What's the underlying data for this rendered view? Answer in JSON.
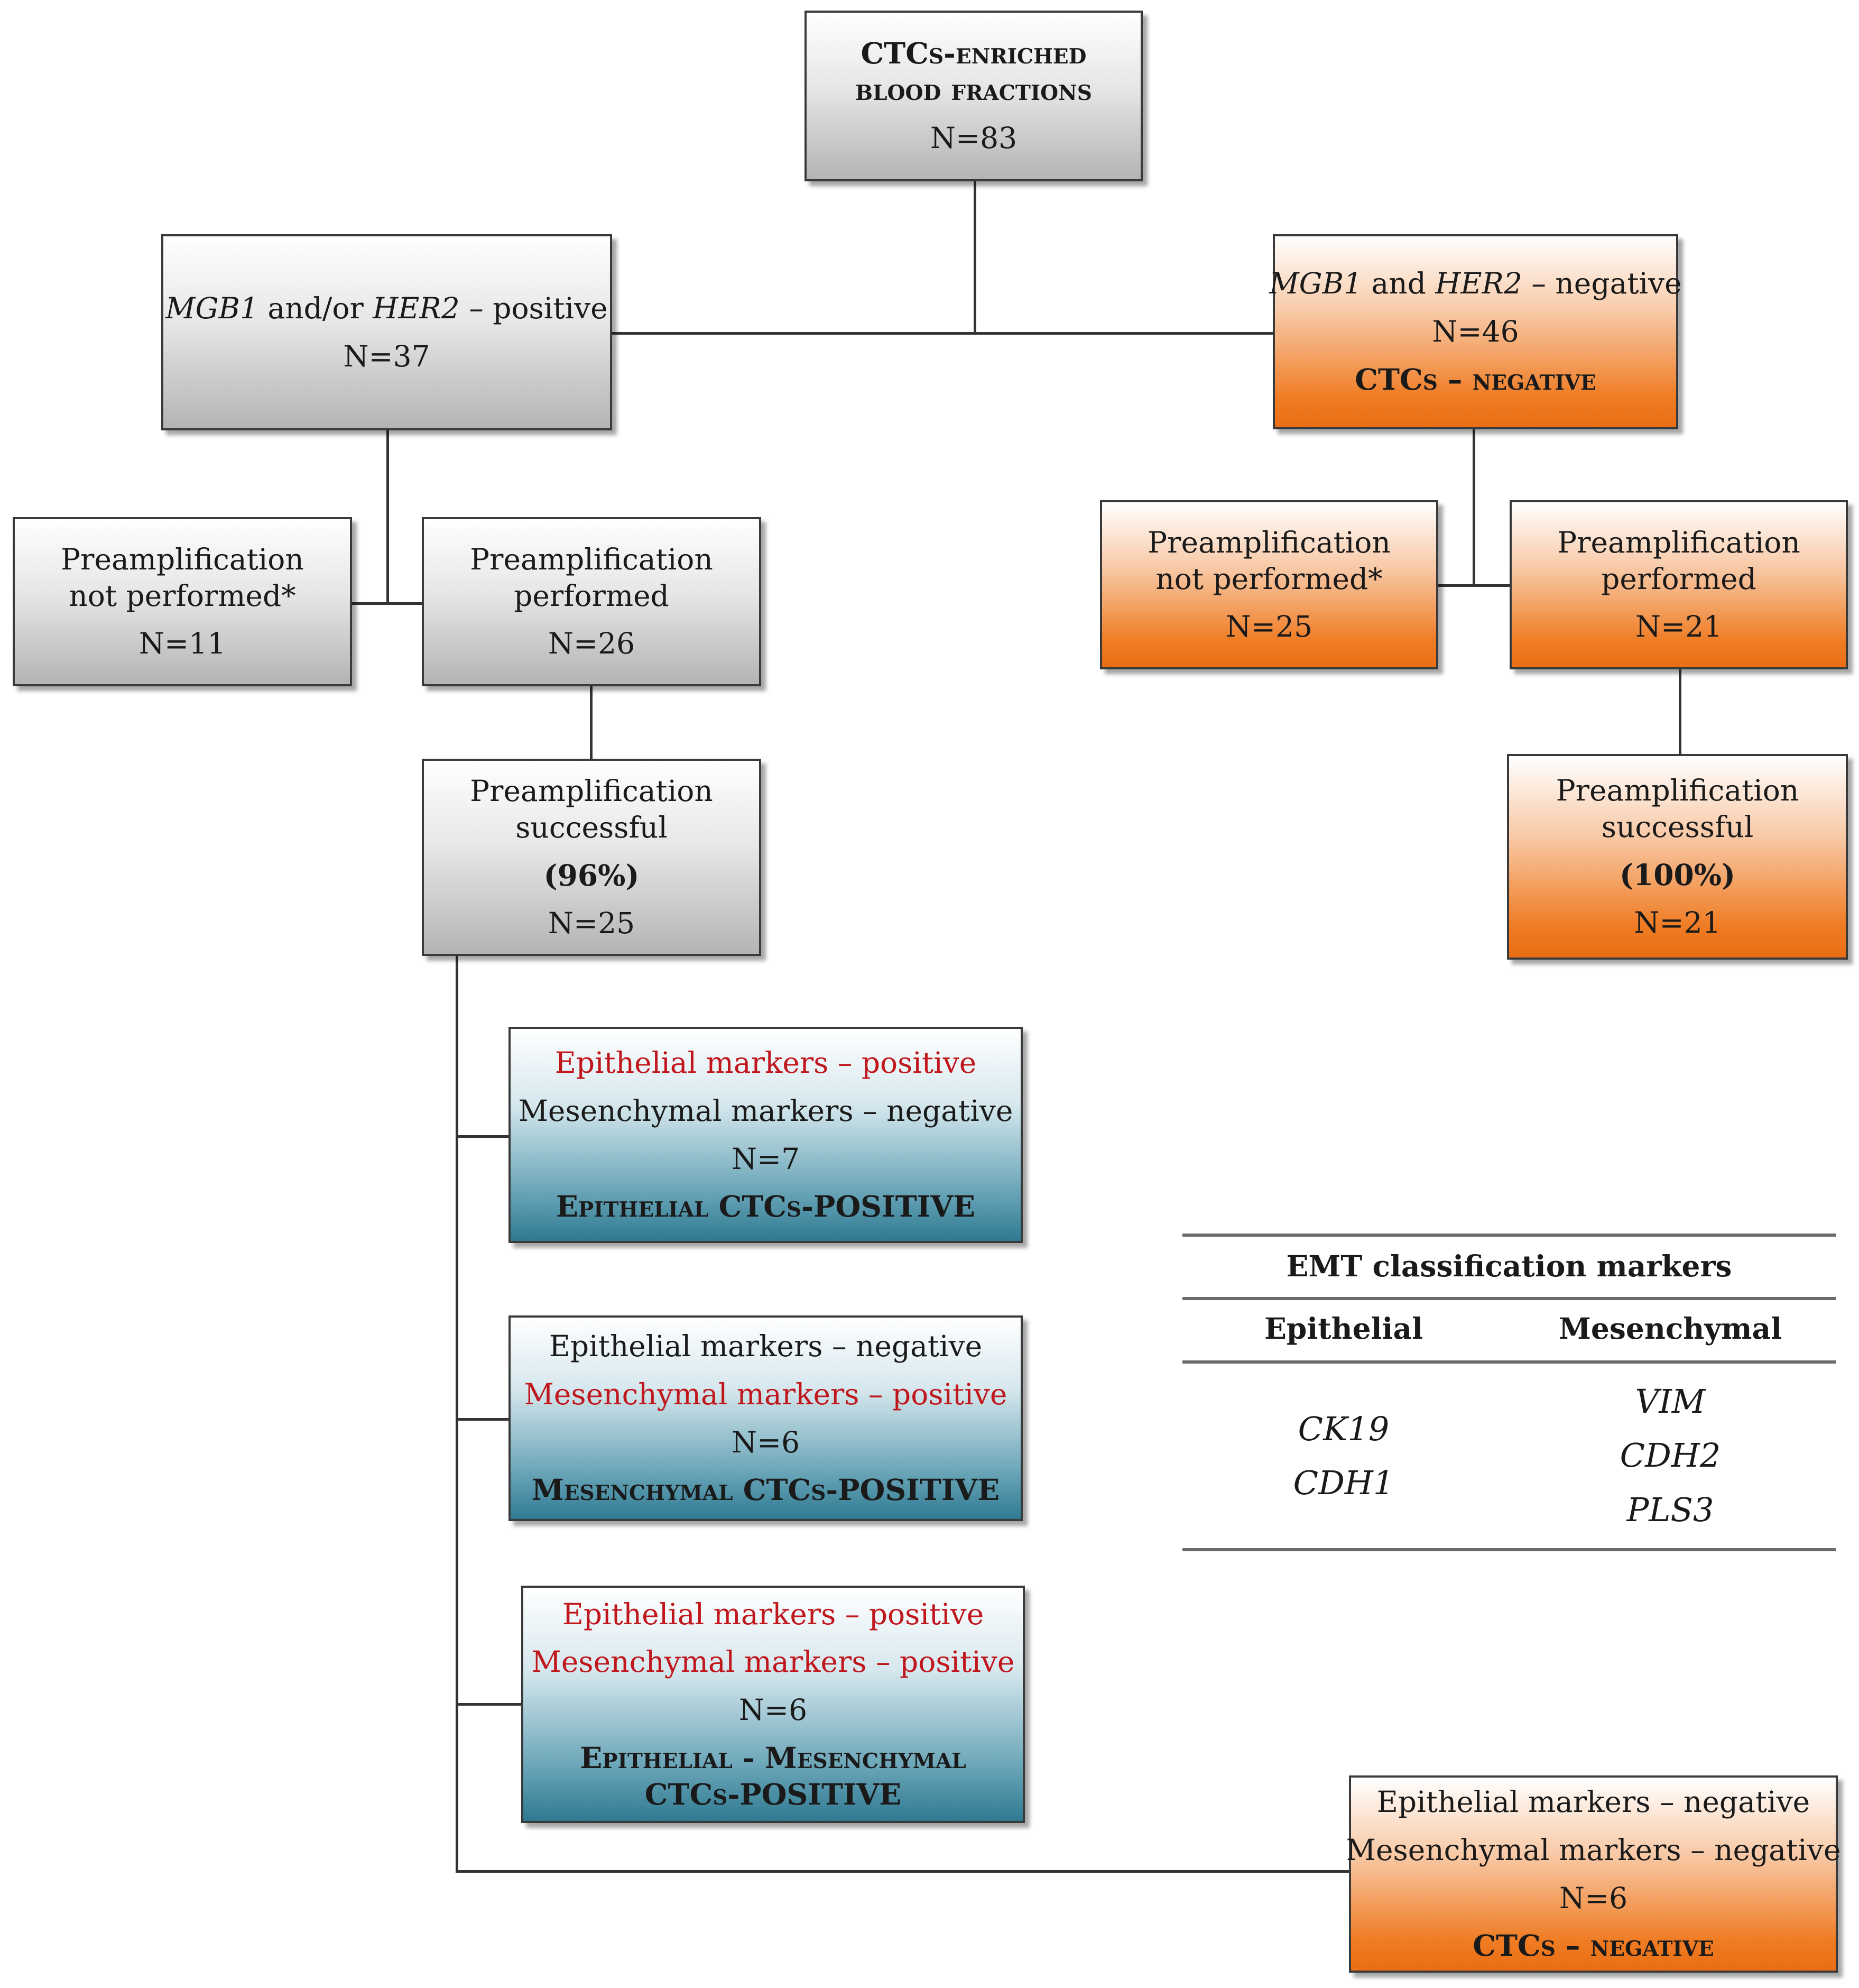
{
  "root": {
    "line1": "CTCs-enriched",
    "line2": "blood fractions",
    "n": "N=83"
  },
  "left_branch": {
    "gene1": "MGB1",
    "and_or": " and/or ",
    "gene2": "HER2",
    "status": " – positive",
    "n": "N=37",
    "not_performed": {
      "line1": "Preamplification",
      "line2": "not performed*",
      "n": "N=11"
    },
    "performed": {
      "line1": "Preamplification",
      "line2": "performed",
      "n": "N=26"
    },
    "successful": {
      "line1": "Preamplification",
      "line2": "successful",
      "pct": "(96%)",
      "n": "N=25"
    }
  },
  "right_branch": {
    "gene1": "MGB1",
    "and": " and ",
    "gene2": "HER2",
    "status": " – negative",
    "n": "N=46",
    "label": "CTCs – negative",
    "not_performed": {
      "line1": "Preamplification",
      "line2": "not performed*",
      "n": "N=25"
    },
    "performed": {
      "line1": "Preamplification",
      "line2": "performed",
      "n": "N=21"
    },
    "successful": {
      "line1": "Preamplification",
      "line2": "successful",
      "pct": "(100%)",
      "n": "N=21"
    }
  },
  "outcomes": {
    "epithelial": {
      "line1": "Epithelial markers – positive",
      "line2": "Mesenchymal markers – negative",
      "n": "N=7",
      "label": "Epithelial CTCs-POSITIVE"
    },
    "mesenchymal": {
      "line1": "Epithelial markers – negative",
      "line2": "Mesenchymal markers – positive",
      "n": "N=6",
      "label": "Mesenchymal CTCs-POSITIVE"
    },
    "epi_mes": {
      "line1": "Epithelial markers – positive",
      "line2": "Mesenchymal markers – positive",
      "n": "N=6",
      "label1": "Epithelial - Mesenchymal",
      "label2": "CTCs-POSITIVE"
    },
    "negative": {
      "line1": "Epithelial markers – negative",
      "line2": "Mesenchymal markers – negative",
      "n": "N=6",
      "label": "CTCs – negative"
    }
  },
  "emt_table": {
    "title": "EMT classification markers",
    "col1": "Epithelial",
    "col2": "Mesenchymal",
    "epithelial_markers": [
      "CK19",
      "CDH1"
    ],
    "mesenchymal_markers": [
      "VIM",
      "CDH2",
      "PLS3"
    ]
  }
}
